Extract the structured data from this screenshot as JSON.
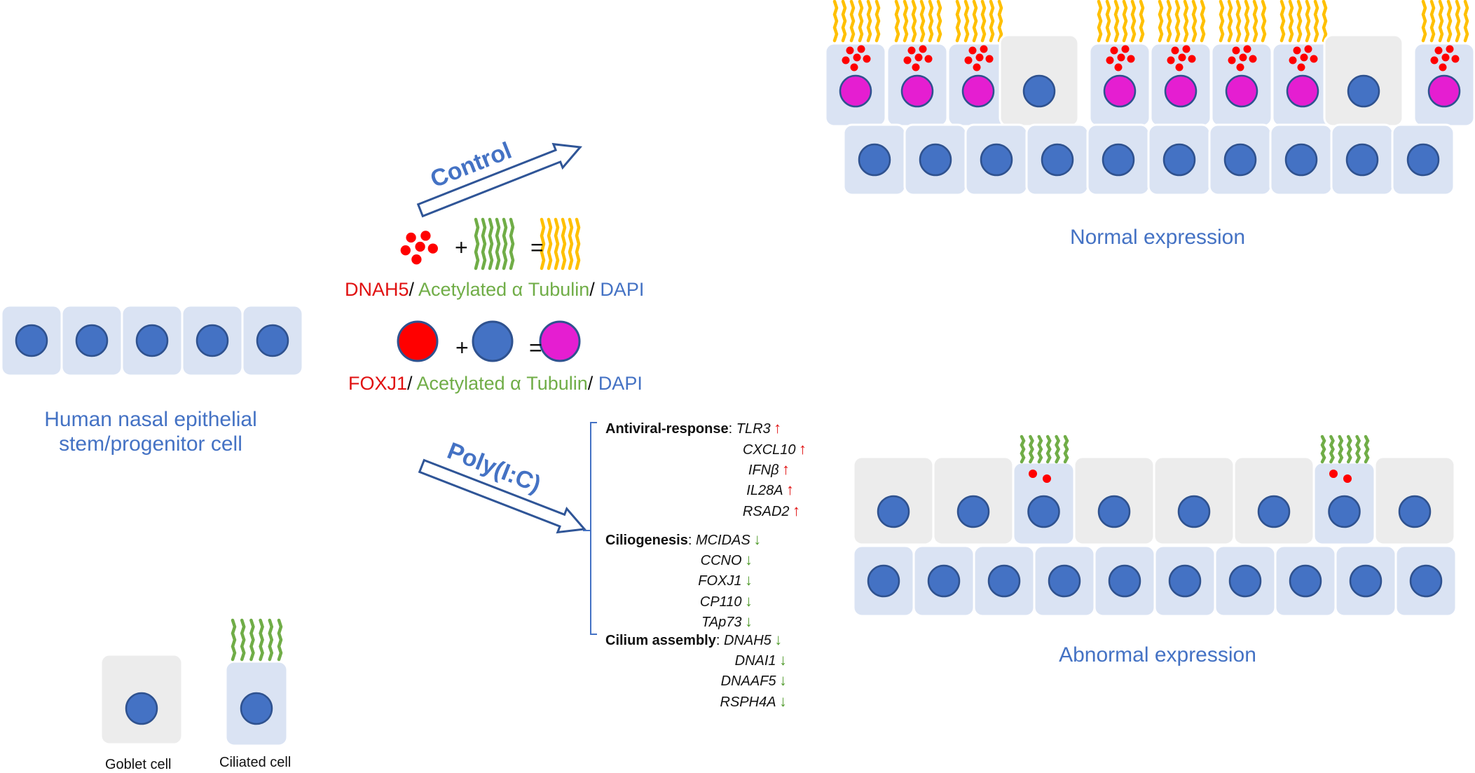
{
  "labels": {
    "control": "Control",
    "polyic": "Poly(I:C)",
    "plus1": "+",
    "eq1": "=",
    "plus2": "+",
    "eq2": "=",
    "stem_cell_line1": "Human nasal epithelial",
    "stem_cell_line2": "stem/progenitor cell",
    "normal": "Normal expression",
    "abnormal": "Abnormal expression",
    "goblet": "Goblet cell",
    "ciliated": "Ciliated cell"
  },
  "stain_legend": {
    "row1": {
      "marker": "DNAH5",
      "sep1": "/ ",
      "tubulin": "Acetylated α Tubulin",
      "sep2": "/ ",
      "dapi": "DAPI"
    },
    "row2": {
      "marker": "FOXJ1",
      "sep1": "/ ",
      "tubulin": "Acetylated α Tubulin",
      "sep2": "/ ",
      "dapi": "DAPI"
    }
  },
  "gene_groups": {
    "antiviral": {
      "header": "Antiviral-response",
      "genes": [
        {
          "name": "TLR3",
          "arrow": "↑"
        },
        {
          "name": "CXCL10",
          "arrow": "↑"
        },
        {
          "name": "IFNβ",
          "arrow": "↑"
        },
        {
          "name": "IL28A",
          "arrow": "↑"
        },
        {
          "name": "RSAD2",
          "arrow": "↑"
        }
      ]
    },
    "ciliogenesis": {
      "header": "Ciliogenesis",
      "genes": [
        {
          "name": "MCIDAS",
          "arrow": "↓"
        },
        {
          "name": "CCNO",
          "arrow": "↓"
        },
        {
          "name": "FOXJ1",
          "arrow": "↓"
        },
        {
          "name": "CP110",
          "arrow": "↓"
        },
        {
          "name": "TAp73",
          "arrow": "↓"
        }
      ]
    },
    "cilium_assembly": {
      "header": "Cilium assembly",
      "genes": [
        {
          "name": "DNAH5",
          "arrow": "↓"
        },
        {
          "name": "DNAI1",
          "arrow": "↓"
        },
        {
          "name": "DNAAF5",
          "arrow": "↓"
        },
        {
          "name": "RSPH4A",
          "arrow": "↓"
        }
      ]
    }
  },
  "colors": {
    "cell_fill": "#dae3f3",
    "goblet_fill": "#ececec",
    "nucleus": "#4472C4",
    "nucleus_pink": "#e51ed1",
    "red_dot": "#ff0000",
    "cilia_yellow": "#ffc000",
    "cilia_green": "#70AD47",
    "arrow_stroke": "#2F5597",
    "text_blue": "#4472C4"
  },
  "tissue": {
    "normal_top_row": [
      "ciliated",
      "ciliated",
      "ciliated",
      "goblet",
      "ciliated",
      "ciliated",
      "ciliated",
      "ciliated",
      "goblet",
      "ciliated"
    ],
    "abnormal_top_row": [
      "goblet",
      "goblet",
      "ciliated",
      "goblet",
      "goblet",
      "goblet",
      "ciliated",
      "goblet"
    ]
  }
}
